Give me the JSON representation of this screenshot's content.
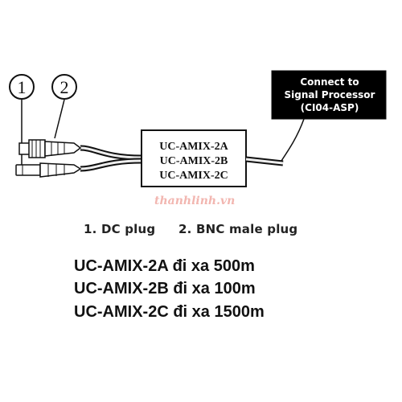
{
  "callouts": {
    "one": "1",
    "two": "2"
  },
  "device_labels": [
    "UC-AMIX-2A",
    "UC-AMIX-2B",
    "UC-AMIX-2C"
  ],
  "connect_label": [
    "Connect to",
    "Signal Processor",
    "(CI04-ASP)"
  ],
  "watermark": "thanhlinh.vn",
  "legend": {
    "item1": "1. DC plug",
    "item2": "2. BNC male plug"
  },
  "specs": [
    "UC-AMIX-2A đi xa 500m",
    "UC-AMIX-2B đi xa 100m",
    "UC-AMIX-2C đi xa 1500m"
  ],
  "colors": {
    "ink": "#111111",
    "box_fill": "#000000",
    "watermark": "#f2b6b0"
  }
}
